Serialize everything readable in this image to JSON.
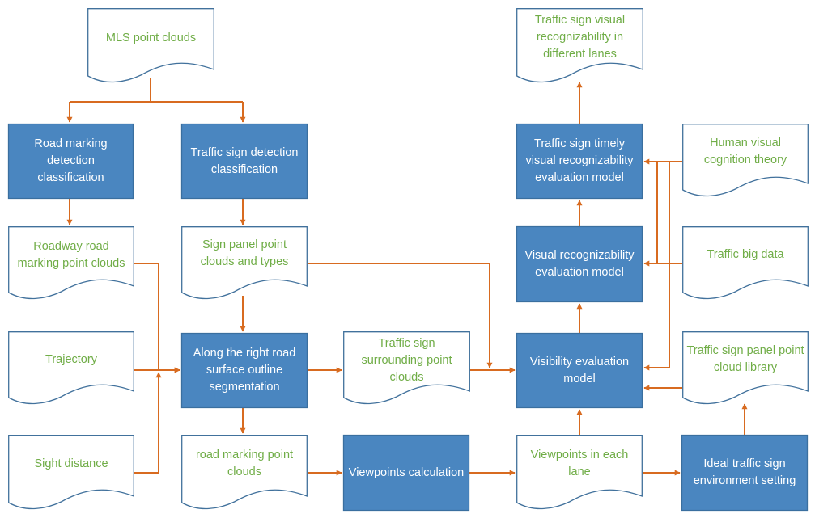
{
  "colors": {
    "process_fill": "#4a86c0",
    "process_border": "#3a6f9f",
    "document_border": "#41719c",
    "document_text": "#70ad47",
    "process_text": "#ffffff",
    "arrow": "#d86b20"
  },
  "nodes": {
    "mls": "MLS point clouds",
    "road_marking_detection": "Road marking detection classification",
    "traffic_sign_detection": "Traffic sign detection classification",
    "roadway_marking_points": "Roadway  road marking point clouds",
    "sign_panel_points": "Sign panel point clouds and types",
    "trajectory": "Trajectory",
    "sight_distance": "Sight distance",
    "segmentation": "Along the right road surface outline segmentation",
    "surrounding_points": "Traffic sign surrounding point clouds",
    "road_marking_points": "road marking point clouds",
    "viewpoints_calc": "Viewpoints calculation",
    "viewpoints_lane": "Viewpoints in each lane",
    "ideal_env": "Ideal traffic sign environment setting",
    "visibility_model": "Visibility evaluation model",
    "visual_model": "Visual recognizability evaluation model",
    "timely_model": "Traffic sign timely visual recognizability evaluation model",
    "lanes_output": "Traffic sign visual recognizability in different lanes",
    "human_cognition": "Human visual cognition theory",
    "big_data": "Traffic big data",
    "panel_library": "Traffic sign panel point cloud library"
  }
}
